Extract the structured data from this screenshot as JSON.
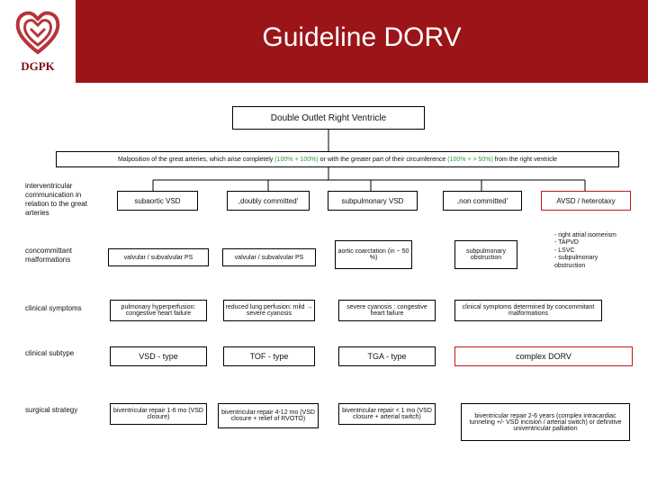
{
  "header": {
    "title": "Guideline DORV",
    "logo_text": "DGPK"
  },
  "diagram": {
    "main_box": "Double Outlet Right Ventricle",
    "definition": "Malposition of the great arteries, which arise completely (100% + 100%) or with the greater part of their circumference (100% + > 50%) from the right ventricle",
    "row_labels": {
      "vsd": "interventricular communication in relation to the great arteries",
      "malformations": "concommittant malformations",
      "symptoms": "clinical symptoms",
      "subtype": "clinical subtype",
      "strategy": "surgical strategy"
    },
    "vsd_types": [
      "subaortic VSD",
      ",doubly committed'",
      "subpulmonary VSD",
      ",non committed'",
      "AVSD / heterotaxy"
    ],
    "malformations": [
      "valvular / subvalvular PS",
      "valvular / subvalvular PS",
      "aortic coarctation (in ~ 50 %)",
      "subpulmonary obstruction",
      "- right atrial isomerism\n- TAPVD\n- LSVC\n- subpulmonary obstruction"
    ],
    "symptoms": [
      "pulmonary hyperperfusion: congestive heart failure",
      "reduced lung perfusion: mild → severe cyanosis",
      "severe cyanosis : congestive heart failure",
      "clinical symptoms determined by concommitant malformations"
    ],
    "subtypes": [
      "VSD - type",
      "TOF - type",
      "TGA - type",
      "complex DORV"
    ],
    "strategies": [
      "biventricular repair 1-6 mo (VSD closure)",
      "biventricular repair 4-12 mo (VSD closure + relief of RVOTO)",
      "biventricular repair < 1 mo (VSD closure + arterial switch)",
      "biventricular repair 2-6 years (complex intracardiac tunneling +/- VSD incision / arterial switch) or definitive univentricular palliation"
    ]
  },
  "colors": {
    "header_bg": "#9b1518",
    "accent_red": "#c0171b",
    "highlight_green": "#2e9a3a"
  }
}
